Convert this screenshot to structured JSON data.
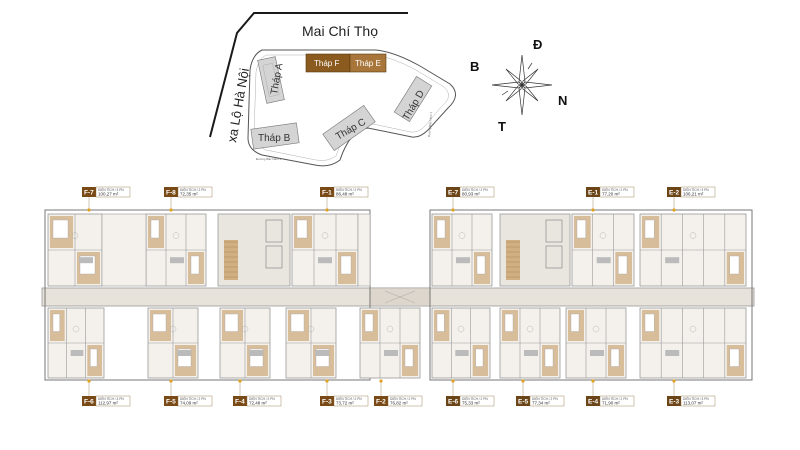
{
  "site": {
    "street_top": "Mai Chí Thọ",
    "street_left": "xa Lộ Hà Nội",
    "road_bottom": "Đường Bắc Nam 3",
    "road_right": "Đường Bắc Nam 1",
    "towers": [
      {
        "id": "A",
        "label": "Tháp A"
      },
      {
        "id": "B",
        "label": "Tháp B"
      },
      {
        "id": "C",
        "label": "Tháp C"
      },
      {
        "id": "D",
        "label": "Tháp D"
      },
      {
        "id": "E",
        "label": "Tháp E"
      },
      {
        "id": "F",
        "label": "Tháp F"
      }
    ],
    "colors": {
      "tower_grey": "#d4d4d4",
      "tower_brown": "#8a5a1e",
      "tower_brown_light": "#a8763a"
    }
  },
  "compass": {
    "north": "N",
    "south": "B",
    "east": "Đ",
    "west": "T"
  },
  "units_top": [
    {
      "code": "F-7",
      "area": "100,27 m²",
      "meta": "DIỆN TÍCH / 3 PN"
    },
    {
      "code": "F-8",
      "area": "72,35 m²",
      "meta": "DIỆN TÍCH / 2 PN"
    },
    {
      "code": "F-1",
      "area": "86,48 m²",
      "meta": "DIỆN TÍCH / 2 PN"
    },
    {
      "code": "E-7",
      "area": "80,93 m²",
      "meta": "DIỆN TÍCH / 2 PN"
    },
    {
      "code": "E-1",
      "area": "77,20 m²",
      "meta": "DIỆN TÍCH / 2 PN"
    },
    {
      "code": "E-2",
      "area": "106,21 m²",
      "meta": "DIỆN TÍCH / 3 PN"
    }
  ],
  "units_bottom": [
    {
      "code": "F-6",
      "area": "112,97 m²",
      "meta": "DIỆN TÍCH / 3 PN"
    },
    {
      "code": "F-5",
      "area": "74,09 m²",
      "meta": "DIỆN TÍCH / 2 PN"
    },
    {
      "code": "F-4",
      "area": "72,48 m²",
      "meta": "DIỆN TÍCH / 2 PN"
    },
    {
      "code": "F-3",
      "area": "73,72 m²",
      "meta": "DIỆN TÍCH / 2 PN"
    },
    {
      "code": "F-2",
      "area": "76,82 m²",
      "meta": "DIỆN TÍCH / 2 PN"
    },
    {
      "code": "E-6",
      "area": "75,33 m²",
      "meta": "DIỆN TÍCH / 2 PN"
    },
    {
      "code": "E-5",
      "area": "77,34 m²",
      "meta": "DIỆN TÍCH / 2 PN"
    },
    {
      "code": "E-4",
      "area": "71,90 m²",
      "meta": "DIỆN TÍCH / 2 PN"
    },
    {
      "code": "E-3",
      "area": "113,07 m²",
      "meta": "DIỆN TÍCH / 3 PN"
    }
  ]
}
